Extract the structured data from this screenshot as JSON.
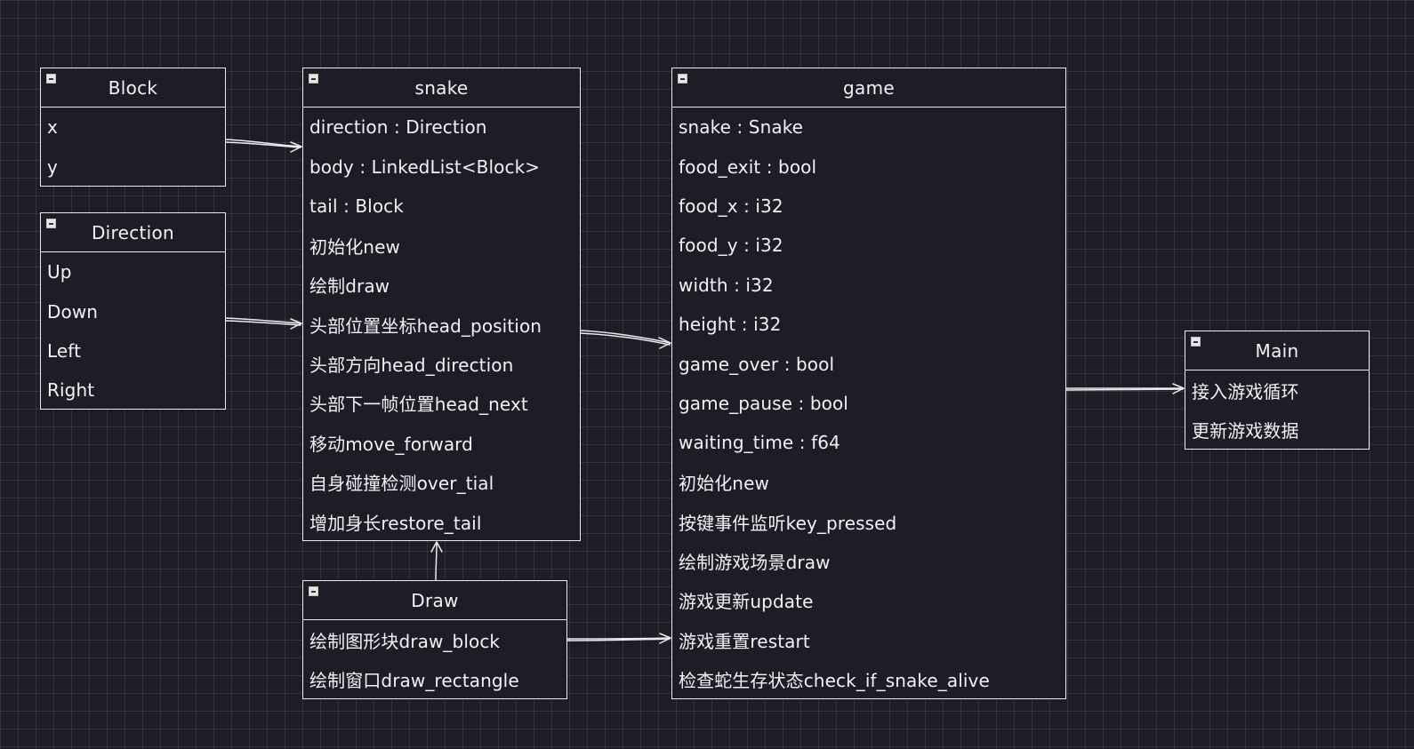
{
  "diagram": {
    "classes": {
      "block": {
        "title": "Block",
        "members": [
          "x",
          "y"
        ]
      },
      "direction": {
        "title": "Direction",
        "members": [
          "Up",
          "Down",
          "Left",
          "Right"
        ]
      },
      "snake": {
        "title": "snake",
        "members": [
          "direction : Direction",
          "body : LinkedList<Block>",
          "tail : Block",
          "初始化new",
          "绘制draw",
          "头部位置坐标head_position",
          "头部方向head_direction",
          "头部下一帧位置head_next",
          "移动move_forward",
          "自身碰撞检测over_tial",
          "增加身长restore_tail"
        ]
      },
      "draw": {
        "title": "Draw",
        "members": [
          "绘制图形块draw_block",
          "绘制窗口draw_rectangle"
        ]
      },
      "game": {
        "title": "game",
        "members": [
          "snake : Snake",
          "food_exit : bool",
          "food_x : i32",
          "food_y : i32",
          "width : i32",
          "height : i32",
          "game_over : bool",
          "game_pause : bool",
          "waiting_time : f64",
          "初始化new",
          "按键事件监听key_pressed",
          "绘制游戏场景draw",
          "游戏更新update",
          "游戏重置restart",
          "检查蛇生存状态check_if_snake_alive"
        ]
      },
      "main": {
        "title": "Main",
        "members": [
          "接入游戏循环",
          "更新游戏数据"
        ]
      }
    },
    "colors": {
      "background": "#1f1c27",
      "stroke": "#ececec",
      "text": "#f2f2f2"
    }
  }
}
